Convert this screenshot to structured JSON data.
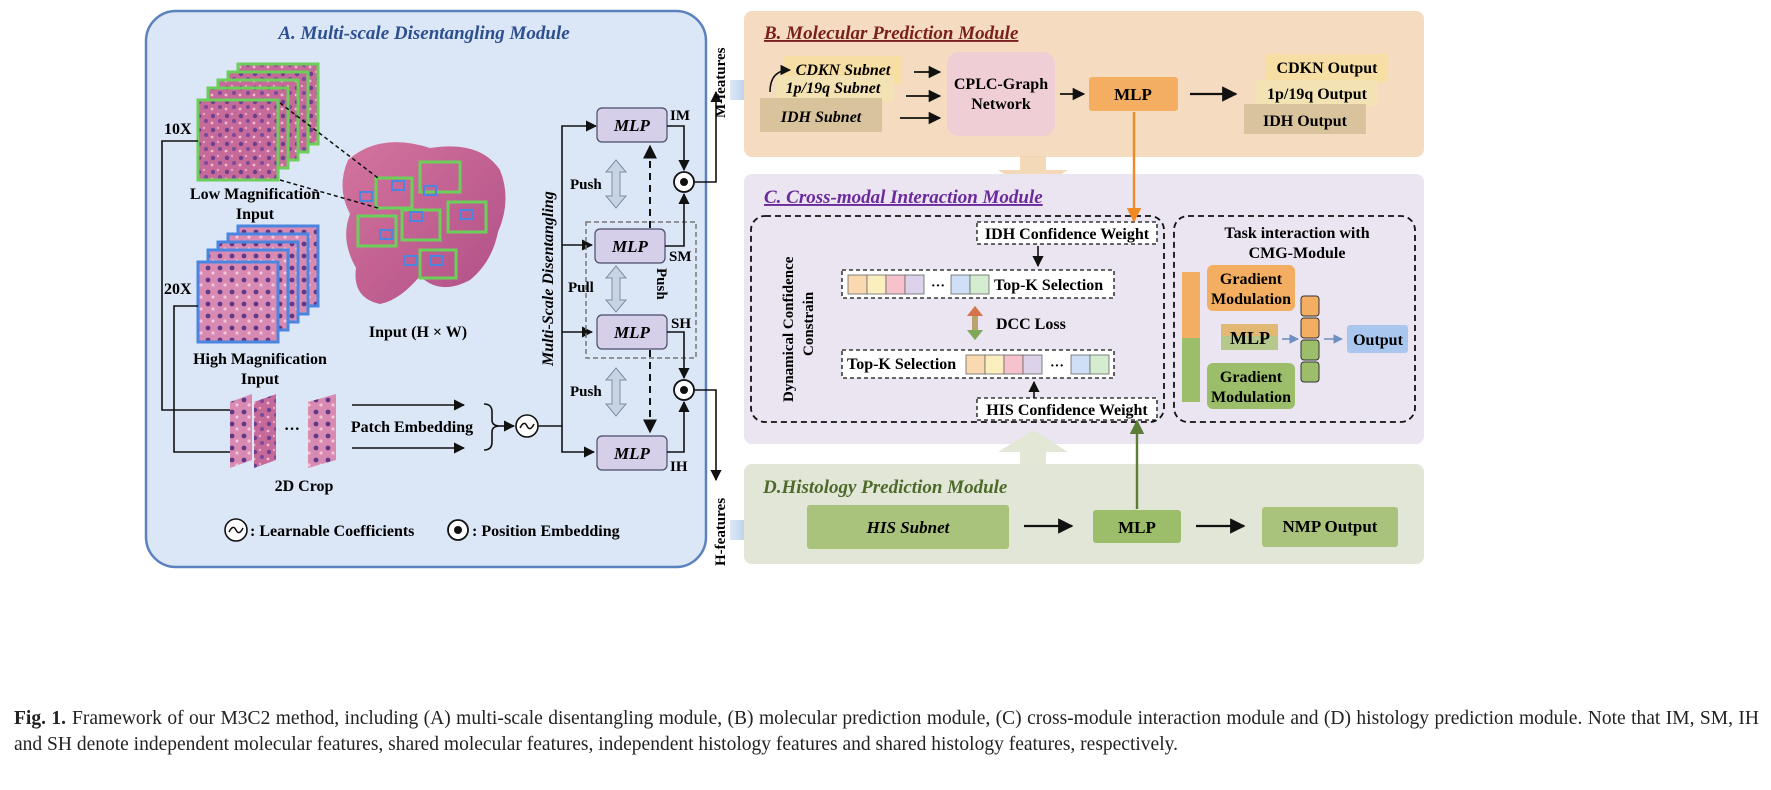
{
  "module_a": {
    "title": "A. Multi-scale Disentangling Module",
    "mag_10x": "10X",
    "mag_20x": "20X",
    "low_mag_line1": "Low Magnification",
    "low_mag_line2": "Input",
    "high_mag_line1": "High Magnification",
    "high_mag_line2": "Input",
    "input_label": "Input (H × W)",
    "crop_label": "2D Crop",
    "crop_dots": "···",
    "patch_embedding": "Patch Embedding",
    "msd_label": "Multi-Scale Disentangling",
    "mlp": "MLP",
    "im": "IM",
    "sm": "SM",
    "sh": "SH",
    "ih": "IH",
    "push": "Push",
    "pull": "Pull",
    "legend_learnable": ": Learnable Coefficients",
    "legend_position": ": Position Embedding"
  },
  "m_features": "M-features",
  "h_features": "H-features",
  "module_b": {
    "title": "B. Molecular Prediction Module",
    "cdkn_subnet": "CDKN Subnet",
    "p19q_subnet": "1p/19q Subnet",
    "idh_subnet": "IDH Subnet",
    "cplc_line1": "CPLC-Graph",
    "cplc_line2": "Network",
    "mlp": "MLP",
    "cdkn_output": "CDKN Output",
    "p19q_output": "1p/19q Output",
    "idh_output": "IDH Output"
  },
  "module_c": {
    "title": "C. Cross-modal Interaction Module",
    "dcc_line1": "Dynamical Confidence",
    "dcc_line2": "Constrain",
    "idh_weight": "IDH Confidence Weight",
    "his_weight": "HIS Confidence Weight",
    "topk": "Top-K Selection",
    "dcc_loss": "DCC Loss",
    "dots": "···",
    "task_line1": "Task interaction with",
    "task_line2": "CMG-Module",
    "grad_line1": "Gradient",
    "grad_line2": "Modulation",
    "mlp": "MLP",
    "output": "Output"
  },
  "module_d": {
    "title": "D.Histology Prediction Module",
    "his_subnet": "HIS Subnet",
    "mlp": "MLP",
    "nmp_output": "NMP Output"
  },
  "caption": {
    "label": "Fig. 1.",
    "text": "Framework of our M3C2 method, including (A) multi-scale disentangling module, (B) molecular prediction module, (C) cross-module interaction module and (D) histology prediction module. Note that IM, SM, IH and SH denote independent molecular features, shared molecular features, independent histology features and shared histology features, respectively."
  },
  "colors": {
    "module_a_bg": "#dbe6f6",
    "module_a_border": "#5b82be",
    "module_b_bg": "#f5dcc0",
    "module_c_bg": "#ebe4f1",
    "module_d_bg": "#e1e6d6",
    "mlp_purple": "#d6cfe9",
    "orange": "#f4ae62",
    "green": "#9cbd6a",
    "cplc_pink": "#efcfd5",
    "output_blue": "#a9c7ee"
  }
}
